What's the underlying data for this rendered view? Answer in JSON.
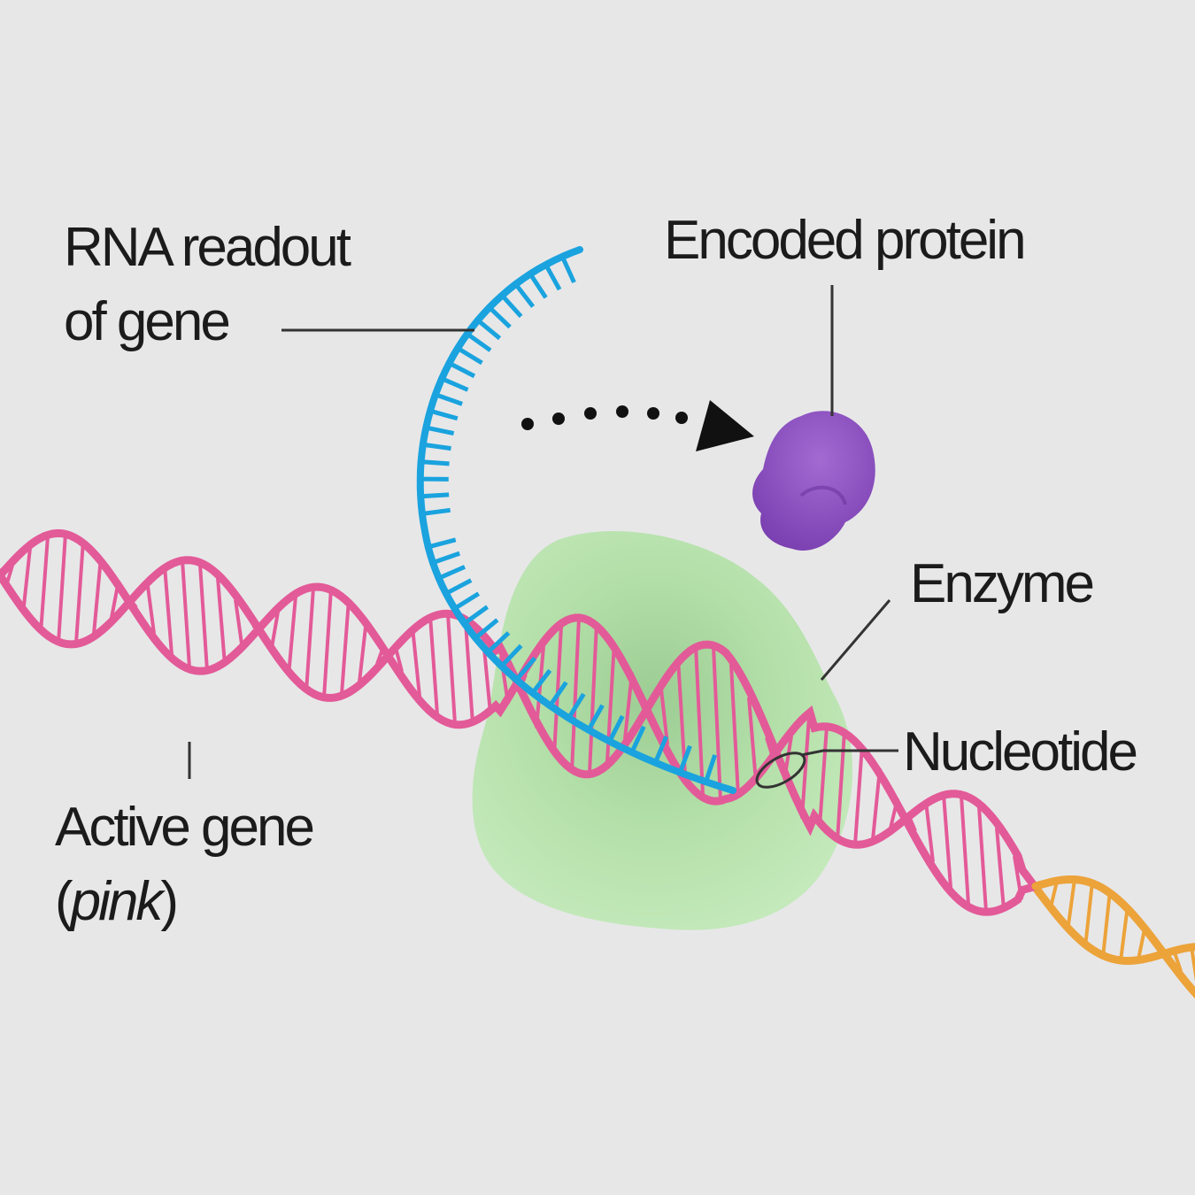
{
  "labels": {
    "rna": {
      "line1": "RNA readout",
      "line2": "of gene"
    },
    "protein": "Encoded protein",
    "enzyme": "Enzyme",
    "nucleotide": "Nucleotide",
    "gene": {
      "line1": "Active gene",
      "open_paren": "(",
      "italic": "pink",
      "close_paren": ")"
    }
  },
  "colors": {
    "background": "#e7e7e8",
    "dna_strand": "#e35a98",
    "dna_end": "#eca33a",
    "rna": "#1aa3de",
    "enzyme": "#b8e3ad",
    "protein": "#8d4ec0",
    "leader": "#333333",
    "arrow": "#111111"
  }
}
